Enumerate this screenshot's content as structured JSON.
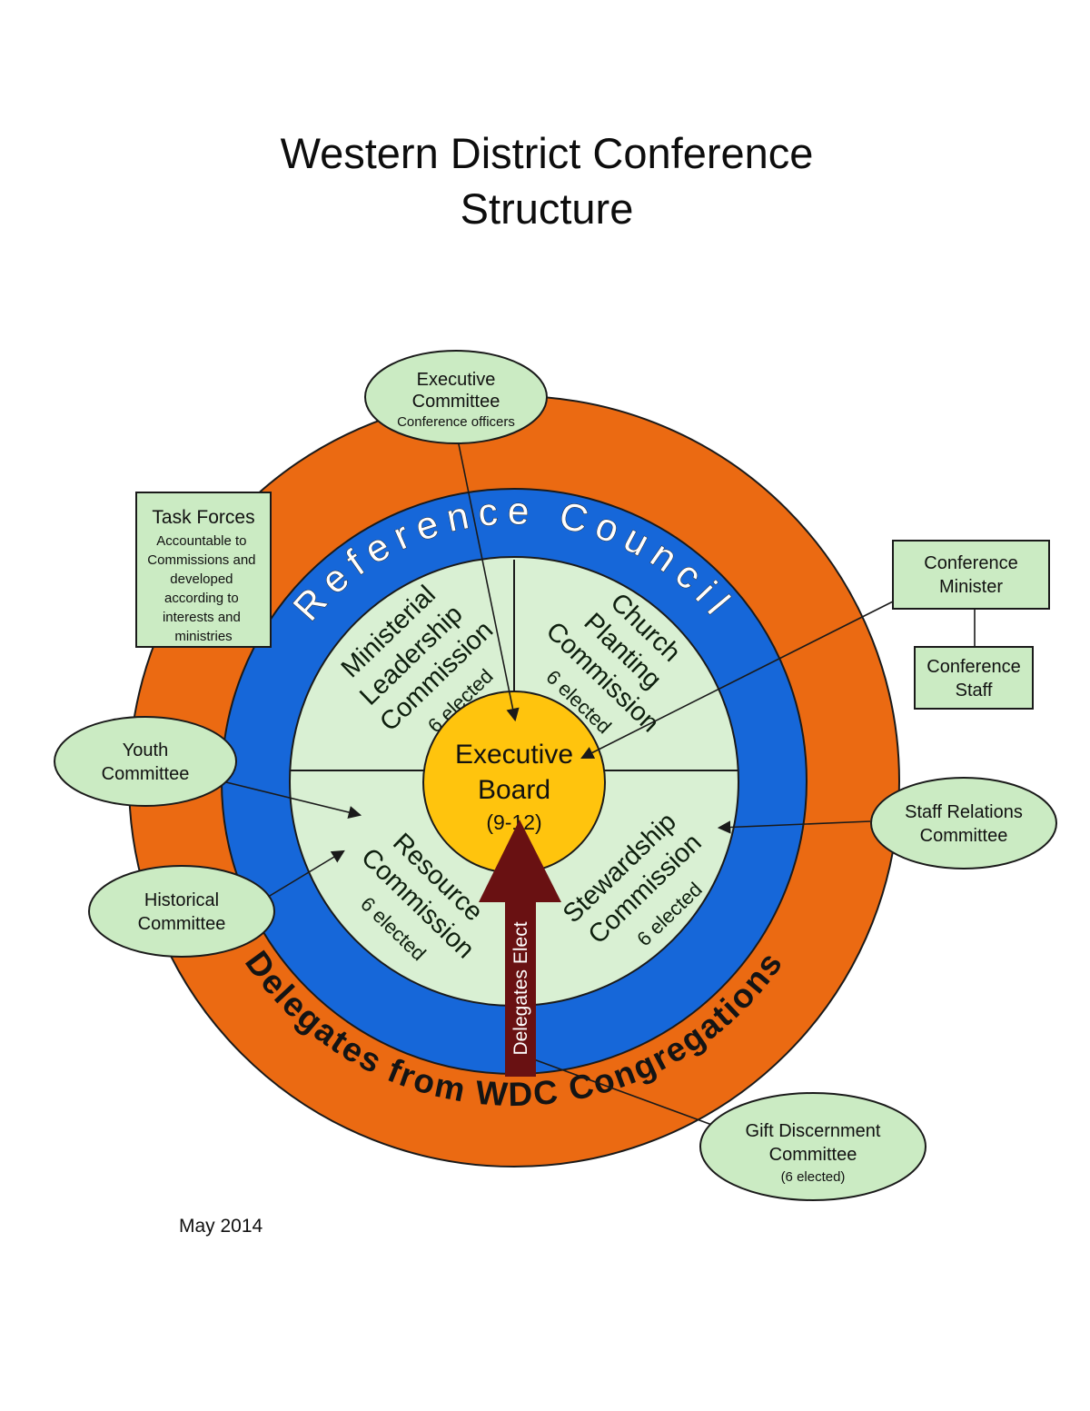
{
  "title": {
    "line1": "Western District Conference",
    "line2": "Structure"
  },
  "date": "May 2014",
  "colors": {
    "outer_ring": "#EB6A12",
    "middle_ring": "#1667D9",
    "inner_circle": "#D9F0D3",
    "center_circle": "#FFC40D",
    "callout_fill": "#CBEBC3",
    "arrow_fill": "#691112"
  },
  "rings": {
    "outer_label": "Delegates from WDC Congregations",
    "middle_label": "Reference Council"
  },
  "board": {
    "lines": [
      "Executive",
      "Board",
      "(9-12)"
    ]
  },
  "arrow": {
    "label": "Delegates Elect"
  },
  "commissions": [
    {
      "lines": [
        "Ministerial",
        "Leadership",
        "Commission"
      ],
      "note": "6 elected"
    },
    {
      "lines": [
        "Church",
        "Planting",
        "Commission"
      ],
      "note": "6 elected"
    },
    {
      "lines": [
        "Resource",
        "Commission"
      ],
      "note": "6 elected"
    },
    {
      "lines": [
        "Stewardship",
        "Commission"
      ],
      "note": "6 elected"
    }
  ],
  "callouts": {
    "executive_committee": {
      "line1": "Executive",
      "line2": "Committee",
      "note": "Conference officers"
    },
    "task_forces": {
      "title": "Task Forces",
      "body_lines": [
        "Accountable to",
        "Commissions and",
        "developed",
        "according to",
        "interests and",
        "ministries"
      ]
    },
    "youth": {
      "line1": "Youth",
      "line2": "Committee"
    },
    "historical": {
      "line1": "Historical",
      "line2": "Committee"
    },
    "staff_relations": {
      "line1": "Staff Relations",
      "line2": "Committee"
    },
    "gift_discernment": {
      "line1": "Gift Discernment",
      "line2": "Committee",
      "note": "(6 elected)"
    },
    "conference_minister": {
      "line1": "Conference",
      "line2": "Minister"
    },
    "conference_staff": {
      "line1": "Conference",
      "line2": "Staff"
    }
  }
}
